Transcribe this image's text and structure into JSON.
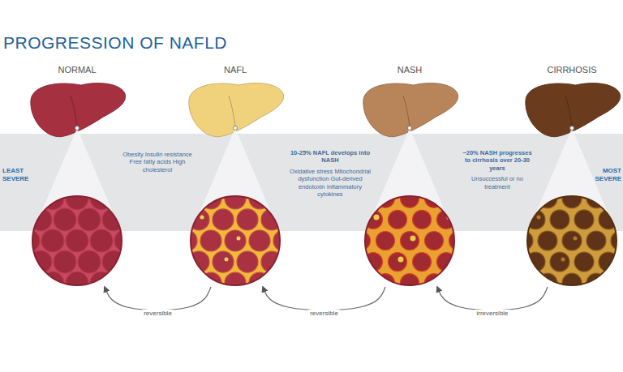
{
  "diagram": {
    "title": "PROGRESSION OF NAFLD",
    "nodes": [
      {
        "text": [
          "NORMAL"
        ]
      },
      {
        "text": [
          "NAFL",
          "Obesity Insulin resistance Free fatty acids High cholesterol"
        ]
      },
      {
        "text": [
          "NASH",
          "10-25% NAFL develops into NASH",
          "Oxidative stress Mitochondrial dysfunction Gut-derived endotoxin Inflammatory cytokines"
        ]
      },
      {
        "text": [
          "CIRRHOSIS",
          "~20% NASH progresses to cirrhosis over 20-30 years",
          "Unsuccessful or no treatment"
        ]
      }
    ],
    "edges": [
      {
        "from": 1,
        "to": 0,
        "arrow": "to",
        "label": "reversible"
      },
      {
        "from": 2,
        "to": 1,
        "arrow": "to",
        "label": "reversible"
      },
      {
        "from": 3,
        "to": 2,
        "arrow": "to",
        "label": "irreversible"
      }
    ],
    "labels": [
      "LEAST SEVERE",
      "MOST SEVERE"
    ]
  }
}
